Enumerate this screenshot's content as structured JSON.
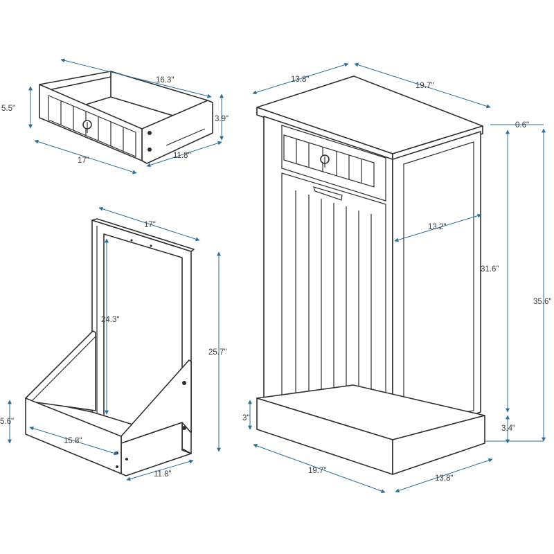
{
  "dims": {
    "drawer_width": "16.3\"",
    "drawer_height": "5.5\"",
    "drawer_front_height": "3.9\"",
    "drawer_front_width": "17\"",
    "drawer_depth": "11.8\"",
    "bin_width": "17\"",
    "bin_inner_height": "24.3\"",
    "bin_height": "25.7\"",
    "bin_front_height": "5.6\"",
    "bin_inner_width": "15.8\"",
    "bin_depth": "11.8\"",
    "cab_top_depth": "13.8\"",
    "cab_top_width": "19.7\"",
    "cab_top_thickness": "0.6\"",
    "cab_inner_depth": "13.2\"",
    "cab_door_height": "31.6\"",
    "cab_total_height": "35.6\"",
    "cab_toe_height": "3\"",
    "cab_base_height": "3.4\"",
    "cab_base_width": "19.7\"",
    "cab_base_depth": "13.8\""
  }
}
